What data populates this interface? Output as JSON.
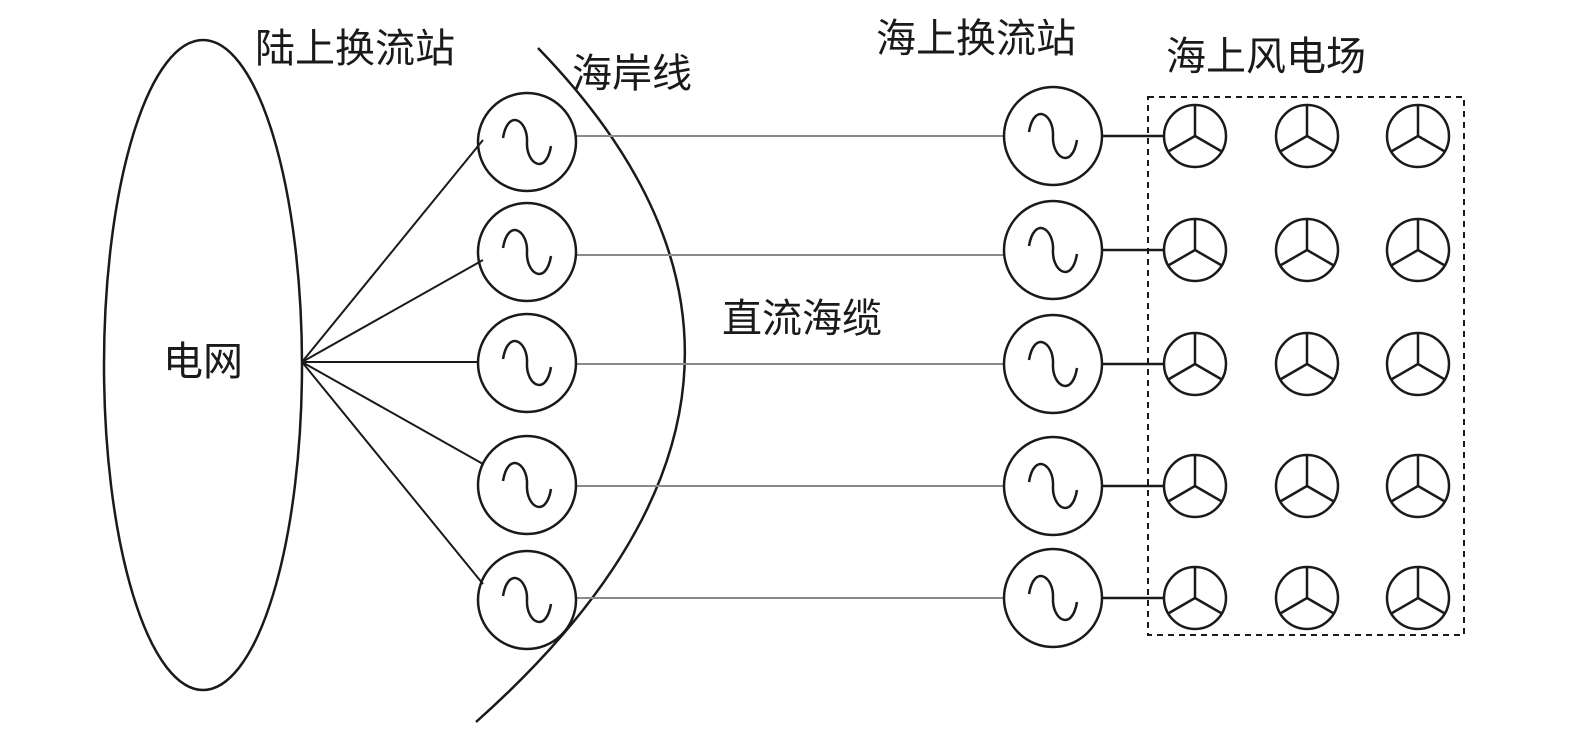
{
  "labels": {
    "grid": "电网",
    "onshore_station": "陆上换流站",
    "coastline": "海岸线",
    "offshore_station": "海上换流站",
    "offshore_wind_farm": "海上风电场",
    "dc_cable": "直流海缆"
  },
  "counts": {
    "converter_pairs": 5,
    "turbine_columns": 3
  },
  "colors": {
    "line": "#1a1a1a",
    "cable": "#8a8a8a",
    "background": "#ffffff"
  },
  "icons": {
    "converter": "ac-source-icon",
    "turbine": "wind-turbine-icon"
  }
}
